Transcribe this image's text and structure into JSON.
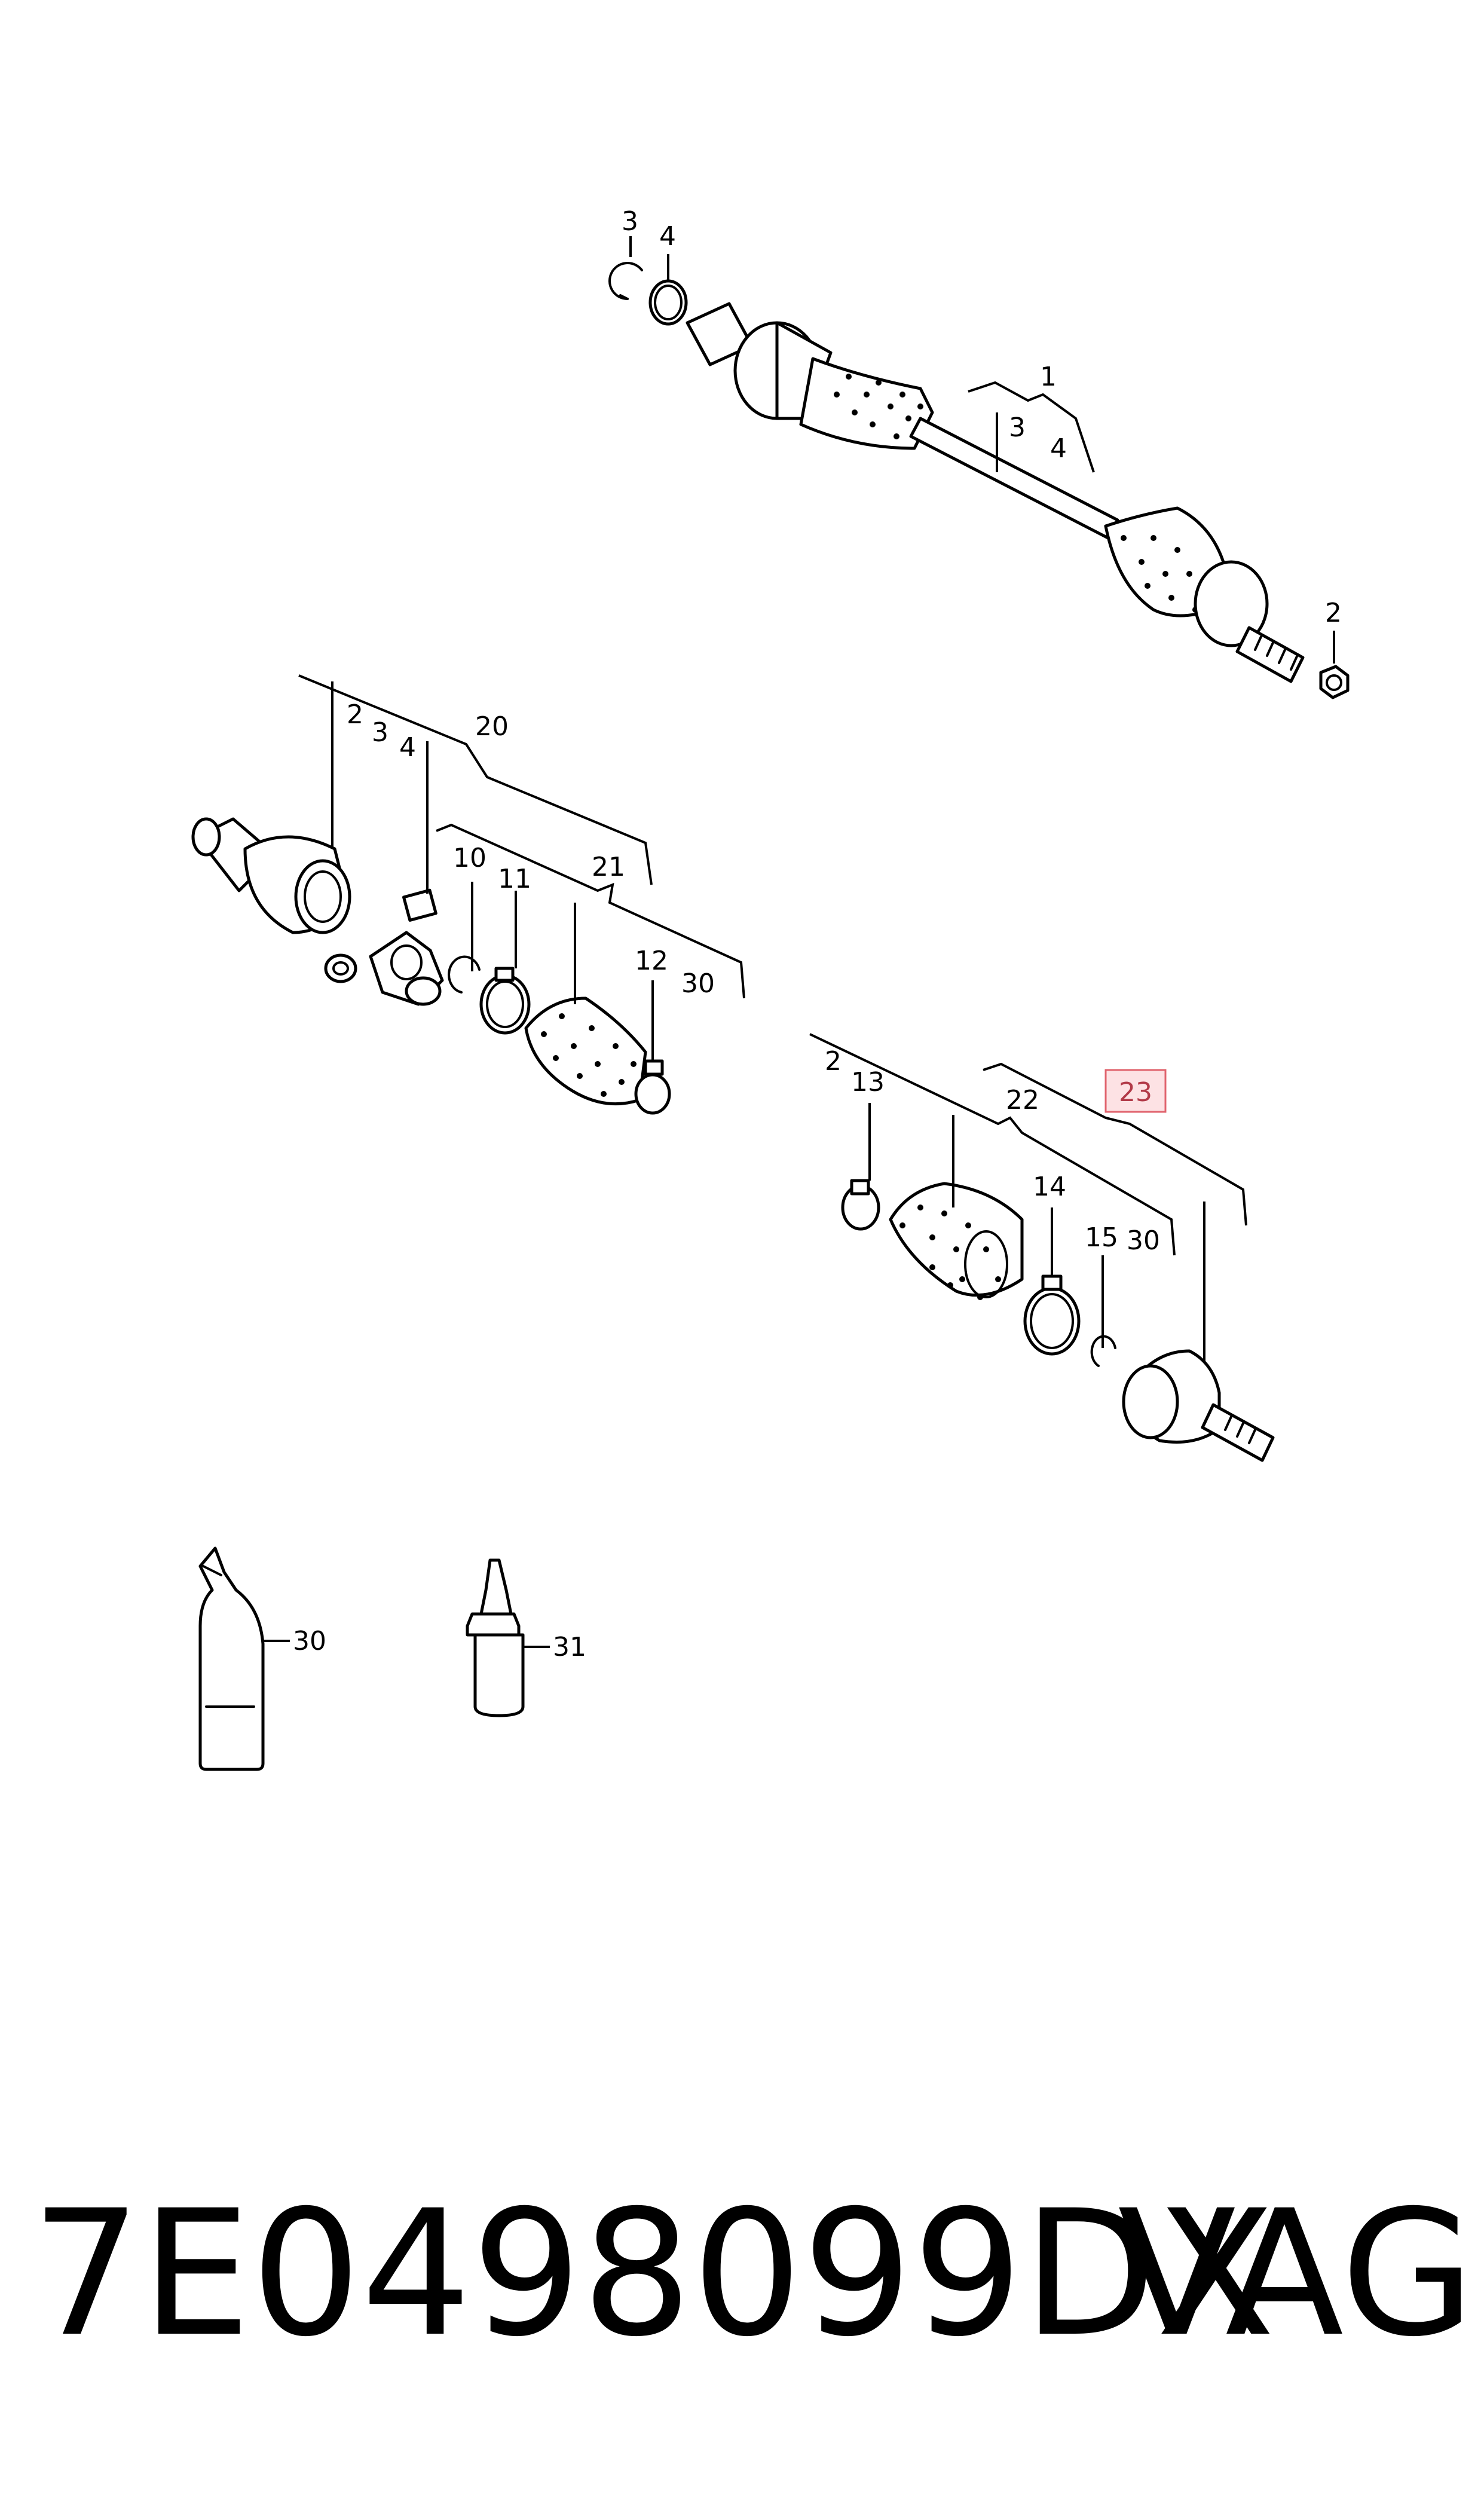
{
  "callouts": {
    "top_ring_3": "3",
    "top_ring_4": "4",
    "shaft_1": "1",
    "shaft_3": "3",
    "shaft_4": "4",
    "nut_2": "2",
    "g20_2": "2",
    "g20_3": "3",
    "g20_4": "4",
    "g20_20": "20",
    "g21_10": "10",
    "g21_11": "11",
    "g21_21": "21",
    "g21_12": "12",
    "g21_30": "30",
    "g22_2": "2",
    "g22_13": "13",
    "g22_22": "22",
    "g22_14": "14",
    "g22_15": "15",
    "g22_30": "30",
    "g23_23": "23",
    "grease_30": "30",
    "bottle_31": "31"
  },
  "highlighted_callout": "23",
  "highlight_colors": {
    "fill": "#fde2e4",
    "stroke": "#e0636d",
    "text": "#b23a48"
  },
  "footer": {
    "part_number": "7E0498099DX",
    "brand": "VAG"
  }
}
